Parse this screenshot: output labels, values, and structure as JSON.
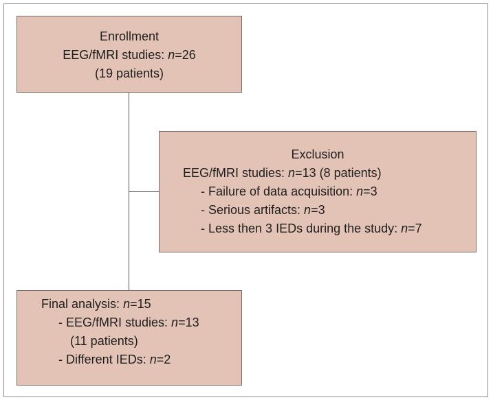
{
  "enrollment": {
    "title": "Enrollment",
    "studies_label": "EEG/fMRI studies: ",
    "studies_n": "n",
    "studies_value": "=26",
    "patients": "(19 patients)"
  },
  "exclusion": {
    "title": "Exclusion",
    "studies_label": "EEG/fMRI studies: ",
    "studies_n": "n",
    "studies_value": "=13 (8 patients)",
    "items": [
      {
        "label": "- Failure of data acquisition: ",
        "n": "n",
        "value": "=3"
      },
      {
        "label": "- Serious artifacts: ",
        "n": "n",
        "value": "=3"
      },
      {
        "label": "- Less then 3 IEDs during the study: ",
        "n": "n",
        "value": "=7"
      }
    ]
  },
  "final": {
    "title_label": "Final analysis: ",
    "title_n": "n",
    "title_value": "=15",
    "items": [
      {
        "label": "- EEG/fMRI studies: ",
        "n": "n",
        "value": "=13"
      },
      {
        "label": "(11 patients)"
      },
      {
        "label": "- Different IEDs: ",
        "n": "n",
        "value": "=2"
      }
    ]
  }
}
